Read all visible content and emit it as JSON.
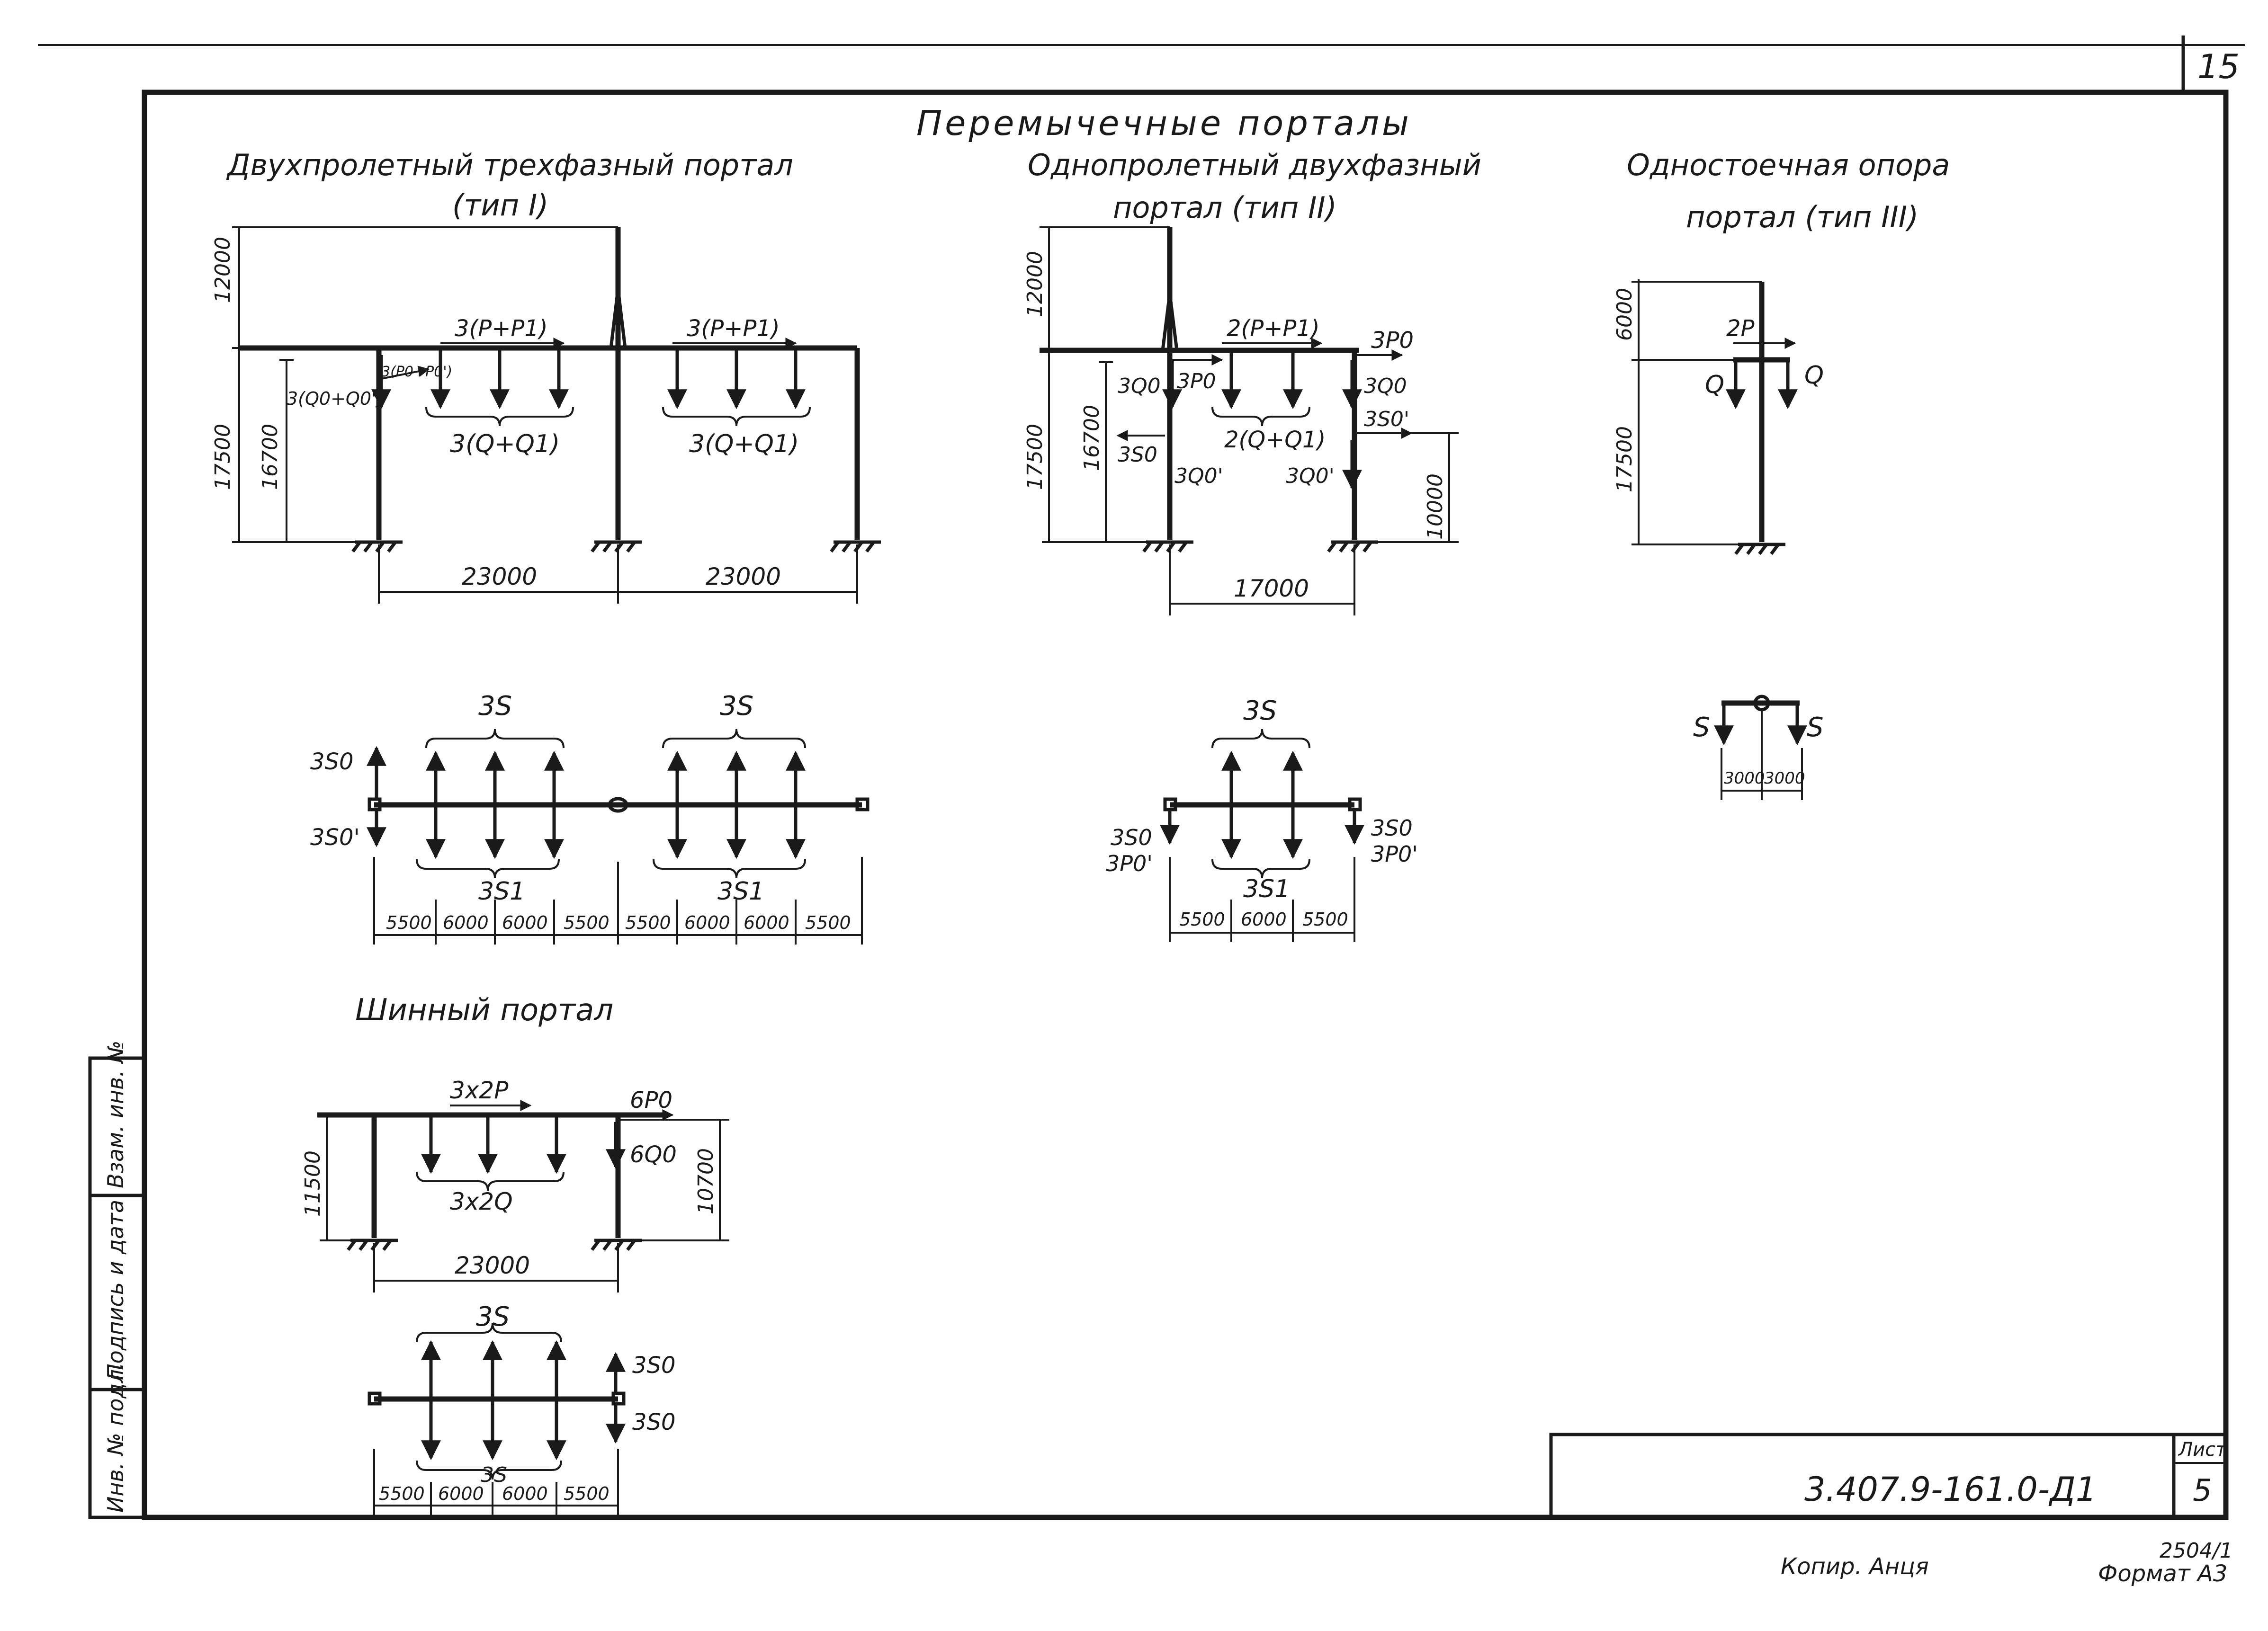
{
  "sheet": {
    "page_number": "15",
    "title": "Перемычечные порталы",
    "document_code": "3.407.9-161.0-Д1",
    "sheet_label": "Лист",
    "sheet_number": "5",
    "copied_by": "Копир. Анця",
    "order_number": "2504/1",
    "format": "Формат А3",
    "side_stamp": {
      "inv_no_podl": "Инв. № подл.",
      "signature_date": "Подпись и дата",
      "vzam_inv": "Взам. инв. №"
    }
  },
  "type1": {
    "title_line1": "Двухпролетный трехфазный портал",
    "title_line2": "(тип I)",
    "dims": {
      "h_top": "12000",
      "h_total": "17500",
      "h_mid": "16700",
      "span1": "23000",
      "span2": "23000"
    },
    "loads": {
      "p1": "3(P+P1)",
      "p2": "3(P+P1)",
      "q1": "3(Q+Q1)",
      "q2": "3(Q+Q1)",
      "q_end": "3(Q0+Q0')",
      "p_end": "3(P0+P0')"
    },
    "plan": {
      "s_top1": "3S",
      "s_top2": "3S",
      "s_bot1": "3S1",
      "s_bot2": "3S1",
      "s0": "3S0",
      "s0p": "3S0'",
      "dims": [
        "5500",
        "6000",
        "6000",
        "5500",
        "5500",
        "6000",
        "6000",
        "5500"
      ]
    }
  },
  "type2": {
    "title_line1": "Однопролетный двухфазный",
    "title_line2": "портал (тип II)",
    "dims": {
      "h_top": "12000",
      "h_total": "17500",
      "h_mid": "16700",
      "h_right": "10000",
      "span": "17000"
    },
    "loads": {
      "p": "2(P+P1)",
      "q": "2(Q+Q1)",
      "p0_right": "3P0",
      "q0_right": "3Q0",
      "s0_right": "3S0'",
      "q0_left": "3Q0",
      "p0_left": "3P0",
      "s0_left": "3S0",
      "q0p_left": "3Q0'",
      "q0p_right": "3Q0'"
    },
    "plan": {
      "s_top": "3S",
      "s_bot": "3S1",
      "left_s0": "3S0",
      "left_p0": "3P0'",
      "right_s0": "3S0",
      "right_p0": "3P0'",
      "dims": [
        "5500",
        "6000",
        "5500"
      ]
    }
  },
  "type3": {
    "title_line1": "Одностоечная опора",
    "title_line2": "портал (тип III)",
    "dims": {
      "h_top": "6000",
      "h_total": "17500"
    },
    "loads": {
      "p": "2P",
      "q_left": "Q",
      "q_right": "Q"
    },
    "plan": {
      "s_left": "S",
      "s_right": "S",
      "dims": [
        "3000",
        "3000"
      ]
    }
  },
  "bus": {
    "title": "Шинный портал",
    "dims": {
      "h_left": "11500",
      "h_right": "10700",
      "span": "23000"
    },
    "loads": {
      "p": "3x2P",
      "q": "3x2Q",
      "p0": "6P0",
      "q0": "6Q0"
    },
    "plan": {
      "s_top": "3S",
      "s_bot": "3S",
      "s0_top": "3S0",
      "s0_bot": "3S0",
      "dims": [
        "5500",
        "6000",
        "6000",
        "5500"
      ]
    }
  }
}
